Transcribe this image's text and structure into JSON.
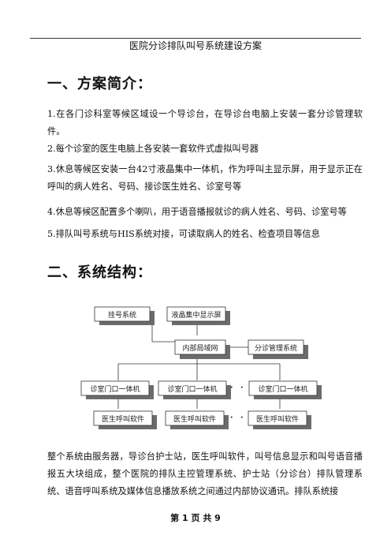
{
  "header": {
    "title": "医院分诊排队叫号系统建设方案"
  },
  "section1": {
    "heading": "一、方案简介：",
    "items": [
      "1.在各门诊科室等候区域设一个导诊台，在导诊台电脑上安装一套分诊管理软件。",
      "2.每个诊室的医生电脑上各安装一套软件式虚拟叫号器",
      "3.休息等候区安装一台42寸液晶集中一体机，作为呼叫主显示屏，用于显示正在呼叫的病人姓名、号码、接诊医生姓名、诊室号等",
      "4.休息等候区配置多个喇叭，用于语音播报就诊的病人姓名、号码、诊室号等",
      "5.排队叫号系统与HIS系统对接，可读取病人的姓名、检查项目等信息"
    ]
  },
  "section2": {
    "heading": "二、系统结构：",
    "diagram": {
      "reg": "挂号系统",
      "lcd": "液晶集中显示屏",
      "lan": "内部局域网",
      "triage": "分诊管理系统",
      "door1": "诊室门口一体机",
      "door2": "诊室门口一体机",
      "door3": "诊室门口一体机",
      "call1": "医生呼叫软件",
      "call2": "医生呼叫软件",
      "call3": "医生呼叫软件",
      "dots": "· ·"
    },
    "body": "整个系统由服务器，导诊台护士站，医生呼叫软件，叫号信息显示和叫号语音播报五大块组成，整个医院的排队主控管理系统、护士站（分诊台）排队管理系统、语音呼叫系统及媒体信息播放系统之间通过内部协议通讯。排队系统接"
  },
  "footer": {
    "page": "第 1 页 共 9"
  }
}
